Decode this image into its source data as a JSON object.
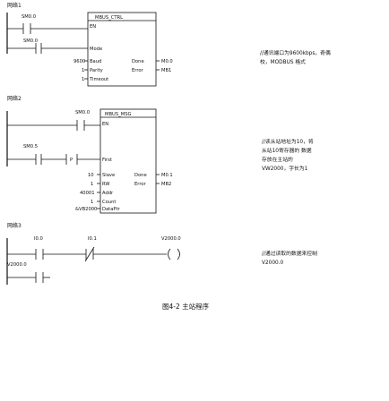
{
  "colors": {
    "ink": "#111111",
    "paper": "#ffffff"
  },
  "networks": [
    {
      "label": "网络1",
      "contact": "SM0.0",
      "block": "MBUS_CTRL",
      "pins_in": [
        "EN",
        "Mode",
        "Baud",
        "Parity",
        "Timeout"
      ],
      "pin_values": [
        "SM0.0",
        "9600",
        "1",
        "1"
      ],
      "outputs": [
        "Done",
        "Error"
      ],
      "out_values": [
        "M0.0",
        "MB1"
      ],
      "comment": [
        "//通讯端口为9600kbps，奇偶",
        "校，MODBUS 格式"
      ]
    },
    {
      "label": "网络2",
      "contact": "SM0.0",
      "block": "MBUS_MSG",
      "first_contact": "SM0.5",
      "pins_in": [
        "EN",
        "First",
        "Slave",
        "RW",
        "Addr",
        "Count",
        "DataPtr"
      ],
      "pin_values": [
        "P",
        "10",
        "1",
        "40001",
        "1",
        "&VB2000"
      ],
      "outputs": [
        "Done",
        "Error"
      ],
      "out_values": [
        "M0.1",
        "MB2"
      ],
      "comment": [
        "//读从站地址为10，将",
        "从站10寄存器的 数据",
        "存放在主站的",
        "VW2000，字长为1"
      ]
    },
    {
      "label": "网络3",
      "contact_a": "I0.0",
      "contact_b": "I0.1",
      "coil": "V2000.0",
      "branch_contact": "V2000.0",
      "comment": [
        "//通过读取的数据来控制",
        "V2000.0"
      ]
    }
  ],
  "caption": "图4-2  主站程序"
}
